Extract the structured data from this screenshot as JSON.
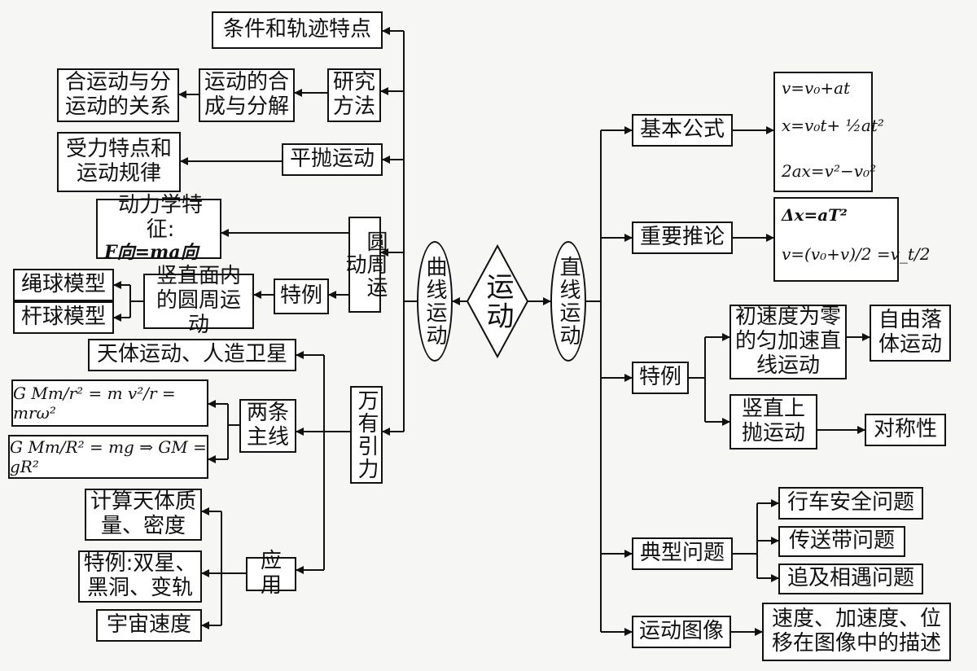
{
  "center": {
    "title": "运动"
  },
  "left_root": {
    "label": "曲线运动"
  },
  "right_root": {
    "label": "直线运动"
  },
  "left": {
    "conditions": "条件和轨迹特点",
    "research": "研究方法",
    "synthesis": "运动的合成与分解",
    "relation": "合运动与分运动的关系",
    "projectile": "平抛运动",
    "projectile_detail": "受力特点和运动规律",
    "circular": "圆周运动",
    "dynamics": "动力学特征:",
    "dynamics_formula": "F向=ma向",
    "special": "特例",
    "vertical_circle": "竖直面内的圆周运动",
    "rope_model": "绳球模型",
    "rod_model": "杆球模型",
    "gravitation": "万有引力",
    "celestial": "天体运动、人造卫星",
    "two_lines": "两条主线",
    "formula1": "G Mm/r² = m v²/r = mrω²",
    "formula2": "G Mm/R² = mg ⇒ GM = gR²",
    "application": "应用",
    "mass_density": "计算天体质量、密度",
    "special_cases": "特例:双星、黑洞、变轨",
    "cosmic_speed": "宇宙速度"
  },
  "right": {
    "basic": "基本公式",
    "basic_f1": "v=v₀+at",
    "basic_f2": "x=v₀t+ ½at²",
    "basic_f3": "2ax=v²−v₀²",
    "inference": "重要推论",
    "inf_f1": "Δx=aT²",
    "inf_f2": "v=(v₀+v)/2 =v_t/2",
    "special": "特例",
    "zero_init": "初速度为零的匀加速直线运动",
    "free_fall": "自由落体运动",
    "vertical_throw": "竖直上抛运动",
    "symmetry": "对称性",
    "typical": "典型问题",
    "traffic": "行车安全问题",
    "conveyor": "传送带问题",
    "chase": "追及相遇问题",
    "graph": "运动图像",
    "graph_desc": "速度、加速度、位移在图像中的描述"
  }
}
